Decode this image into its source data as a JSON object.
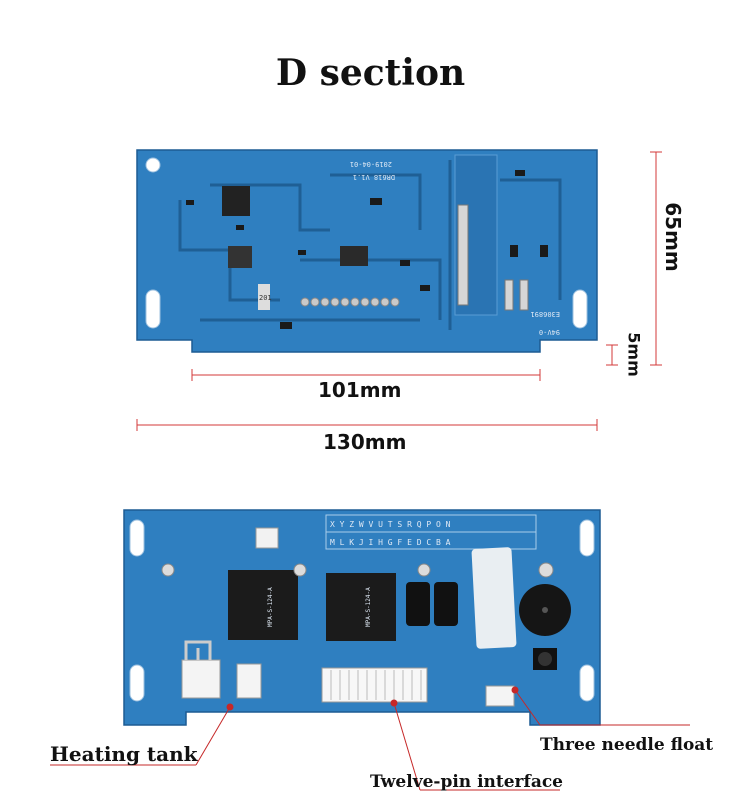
{
  "title": "D section",
  "top_board": {
    "silk_text": [
      "DR618 V1.1",
      "2019-04-01",
      "E306891",
      "94V-0",
      "201"
    ]
  },
  "dimensions": {
    "height": "65mm",
    "inset": "5mm",
    "inner_width": "101mm",
    "outer_width": "130mm"
  },
  "bottom_board": {
    "letters_row1": "X Y Z  W V U T S R Q P O N",
    "letters_row2": "M L K J I H G F E D C B A",
    "relay_labels": [
      "MPA-S-124-A",
      "MPA-S-124-A"
    ]
  },
  "callouts": {
    "heating_tank": "Heating tank",
    "twelve_pin": "Twelve-pin interface",
    "float": "Three needle float"
  },
  "colors": {
    "pcb": "#2f7fc0",
    "trace": "#1f5f95",
    "dimension": "#d33a3a"
  }
}
